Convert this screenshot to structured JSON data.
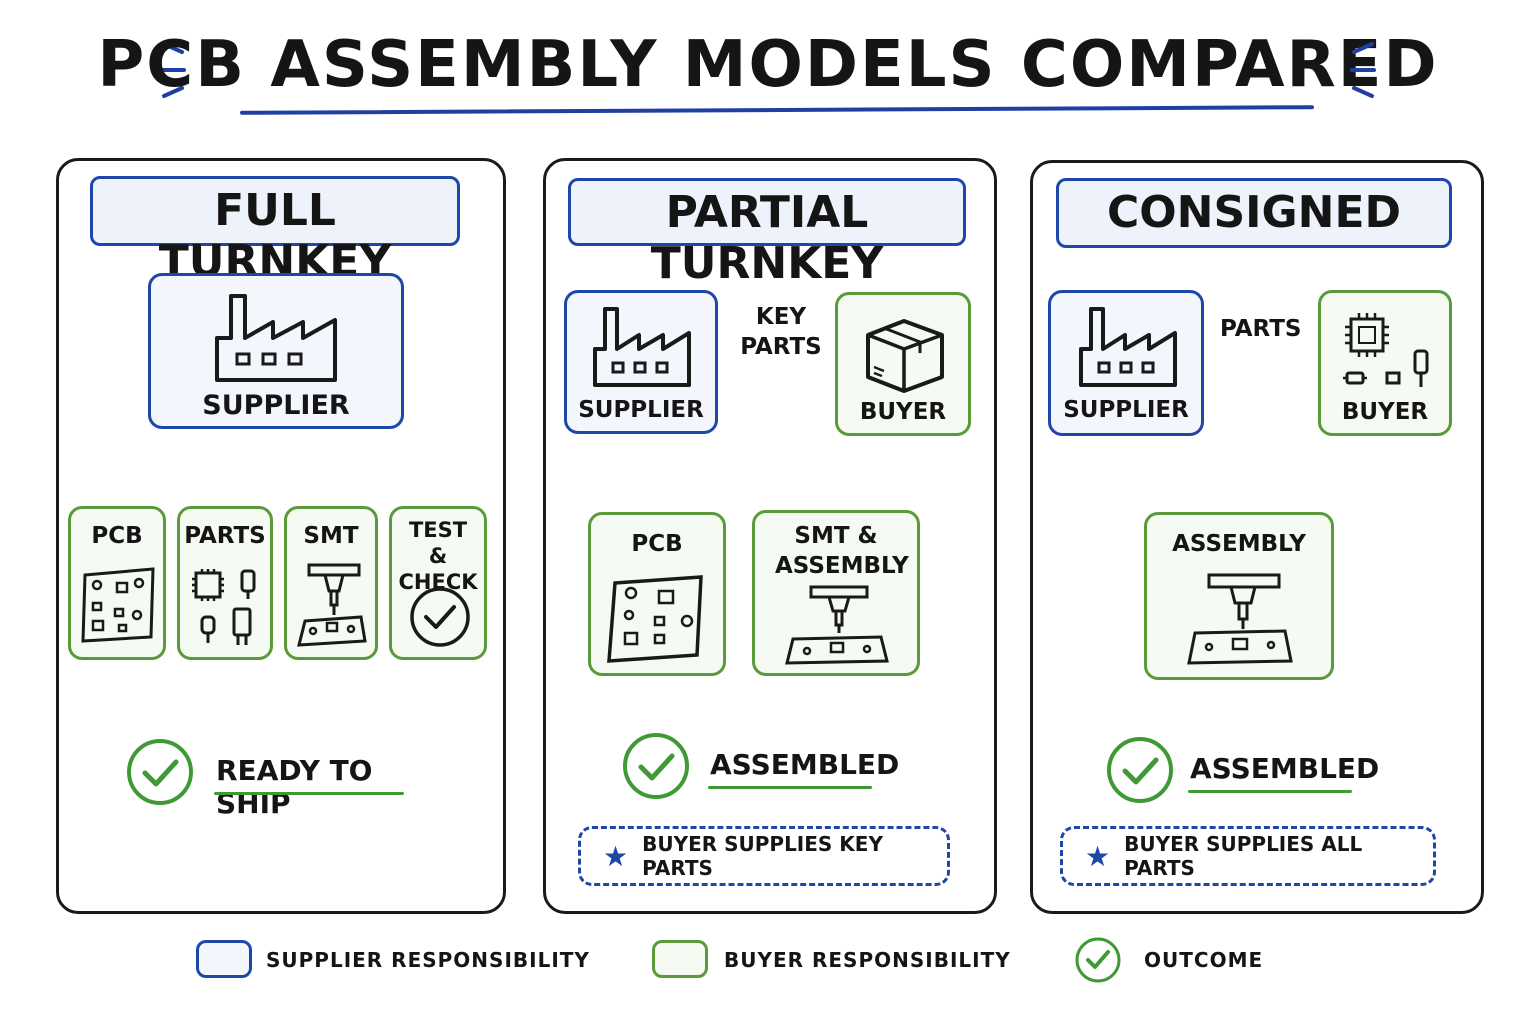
{
  "title": "PCB ASSEMBLY MODELS COMPARED",
  "panels": [
    {
      "title": "FULL TURNKEY",
      "supplier": "SUPPLIER",
      "steps": [
        "PCB",
        "PARTS",
        "SMT",
        "TEST & CHECK"
      ],
      "outcome": "READY TO SHIP"
    },
    {
      "title": "PARTIAL TURNKEY",
      "supplier": "SUPPLIER",
      "buyer": "BUYER",
      "flow_label": "KEY PARTS",
      "steps": [
        "PCB",
        "SMT & ASSEMBLY"
      ],
      "outcome": "ASSEMBLED",
      "note": "BUYER SUPPLIES KEY PARTS"
    },
    {
      "title": "CONSIGNED",
      "supplier": "SUPPLIER",
      "buyer": "BUYER",
      "flow_label": "PARTS",
      "steps": [
        "ASSEMBLY"
      ],
      "outcome": "ASSEMBLED",
      "note": "BUYER SUPPLIES ALL PARTS"
    }
  ],
  "legend": [
    {
      "label": "SUPPLIER RESPONSIBILITY",
      "color": "#1f47a8"
    },
    {
      "label": "BUYER RESPONSIBILITY",
      "color": "#5a9a3a"
    },
    {
      "label": "OUTCOME",
      "color": "#3f9a35"
    }
  ]
}
